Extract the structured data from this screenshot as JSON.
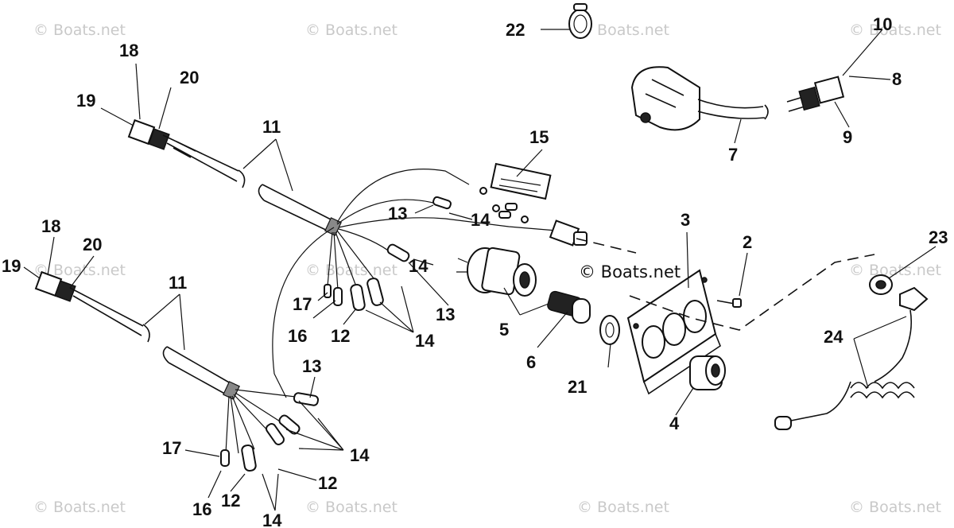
{
  "watermark": "© Boats.net",
  "callouts": [
    "2",
    "3",
    "4",
    "5",
    "6",
    "7",
    "8",
    "9",
    "10",
    "11",
    "12",
    "13",
    "14",
    "15",
    "16",
    "17",
    "18",
    "19",
    "20",
    "21",
    "22",
    "23",
    "24"
  ]
}
